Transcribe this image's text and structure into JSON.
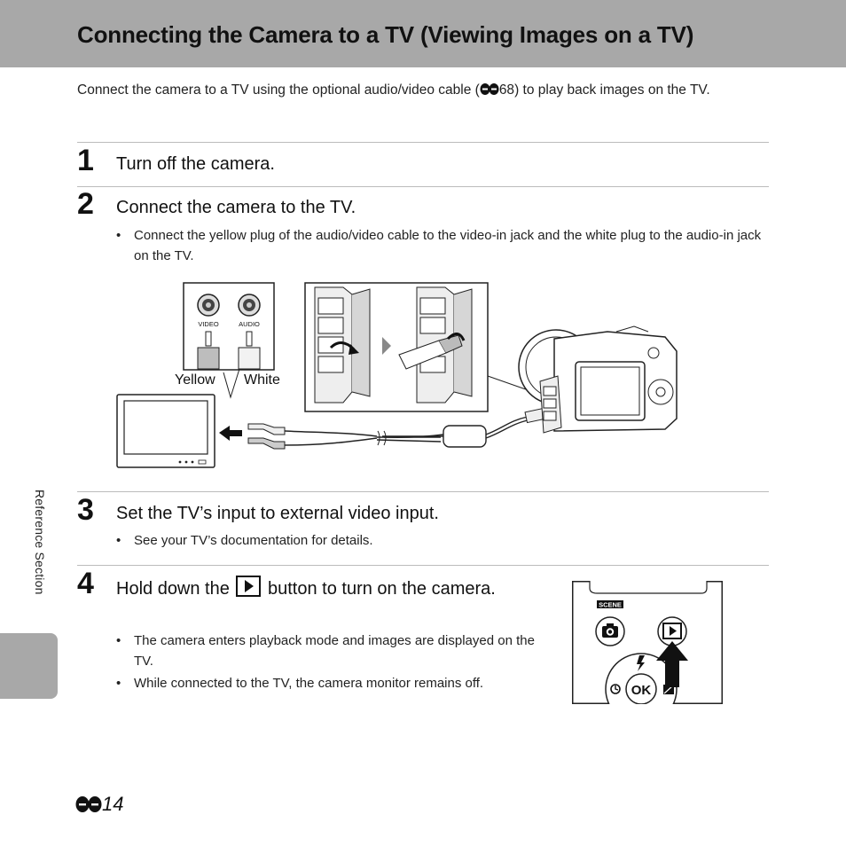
{
  "header": {
    "title": "Connecting the Camera to a TV (Viewing Images on a TV)"
  },
  "intro": {
    "before_ref": "Connect the camera to a TV using the optional audio/video cable (",
    "ref_page": "68",
    "after_ref": ") to play back images on the TV."
  },
  "steps": [
    {
      "number": "1",
      "title": "Turn off the camera.",
      "bullets": []
    },
    {
      "number": "2",
      "title": "Connect the camera to the TV.",
      "bullets": [
        "Connect the yellow plug of the audio/video cable to the video-in jack and the white plug to the audio-in jack on the TV."
      ]
    },
    {
      "number": "3",
      "title": "Set the TV’s input to external video input.",
      "bullets": [
        "See your TV’s documentation for details."
      ]
    },
    {
      "number": "4",
      "title_before": "Hold down the",
      "title_after": "button to turn on the camera.",
      "bullets": [
        "The camera enters playback mode and images are displayed on the TV.",
        "While connected to the TV, the camera monitor remains off."
      ]
    }
  ],
  "figure_connection": {
    "jack_video_label": "VIDEO",
    "jack_audio_label": "AUDIO",
    "plug_yellow_caption": "Yellow",
    "plug_white_caption": "White"
  },
  "figure_buttons": {
    "scene_label": "SCENE",
    "ok_label": "OK"
  },
  "sidebar": {
    "section_label": "Reference Section"
  },
  "footer": {
    "page_number": "14"
  },
  "colors": {
    "banner": "#a8a8a8",
    "tab": "#a8a8a8"
  }
}
